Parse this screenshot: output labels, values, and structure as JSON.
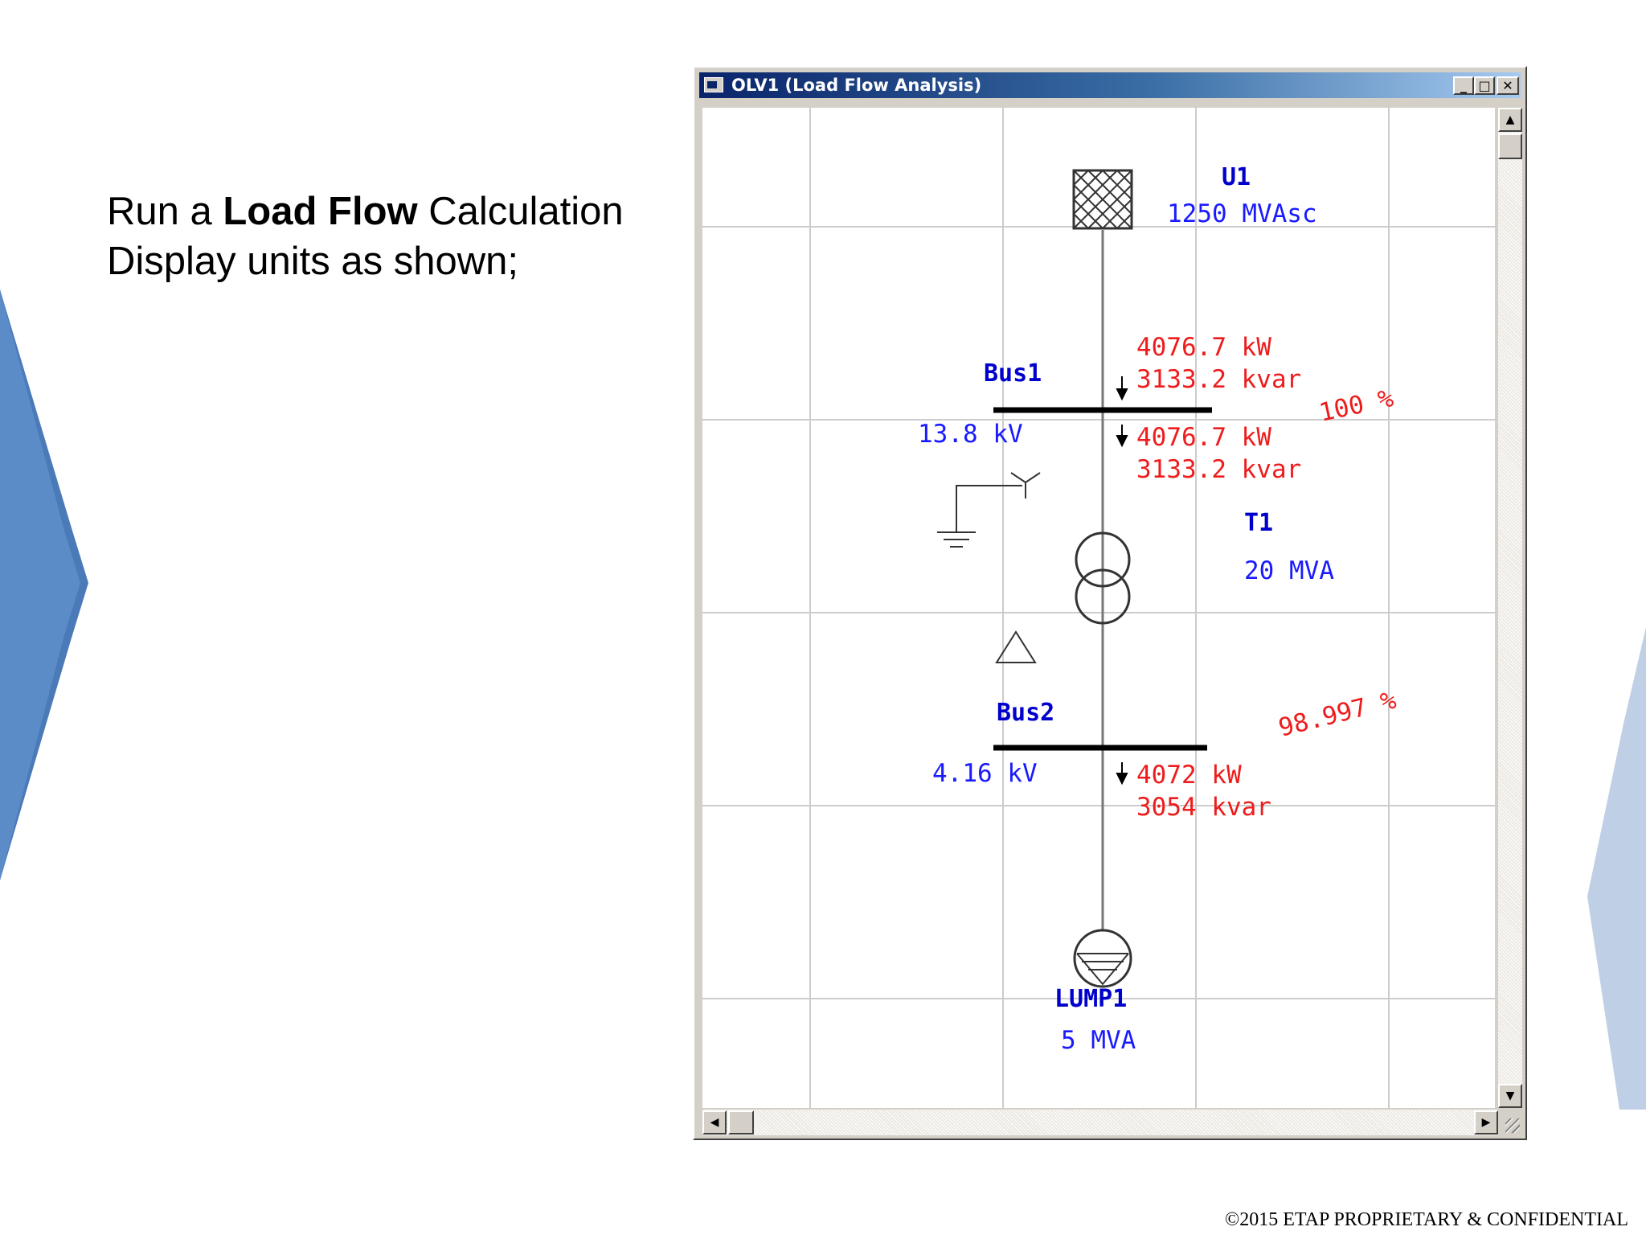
{
  "slide": {
    "line1_prefix": "Run a ",
    "line1_bold": "Load Flow",
    "line1_suffix": " Calculation",
    "line2": "Display units as shown;"
  },
  "footer": "©2015 ETAP PROPRIETARY & CONFIDENTIAL",
  "window": {
    "title": "OLV1 (Load Flow Analysis)",
    "buttons": {
      "minimize": "_",
      "maximize": "□",
      "close": "✕"
    },
    "scroll_arrows": {
      "up": "▲",
      "down": "▼",
      "left": "◀",
      "right": "▶"
    }
  },
  "diagram": {
    "utility": {
      "name": "U1",
      "rating": "1250 MVAsc"
    },
    "bus1": {
      "name": "Bus1",
      "voltage": "13.8 kV"
    },
    "bus1_flow_in": {
      "kw": "4076.7 kW",
      "kvar": "3133.2 kvar"
    },
    "bus1_flow_out": {
      "kw": "4076.7 kW",
      "kvar": "3133.2 kvar"
    },
    "bus1_percent": "100 %",
    "transformer": {
      "name": "T1",
      "rating": "20 MVA"
    },
    "bus2": {
      "name": "Bus2",
      "voltage": "4.16 kV"
    },
    "bus2_percent": "98.997 %",
    "bus2_flow": {
      "kw": "4072 kW",
      "kvar": "3054 kvar"
    },
    "load": {
      "name": "LUMP1",
      "rating": "5 MVA"
    }
  },
  "colors": {
    "element_label": "#0000cc",
    "result_text": "#ee1c1c",
    "accent_blue": "#4a7ab8"
  }
}
